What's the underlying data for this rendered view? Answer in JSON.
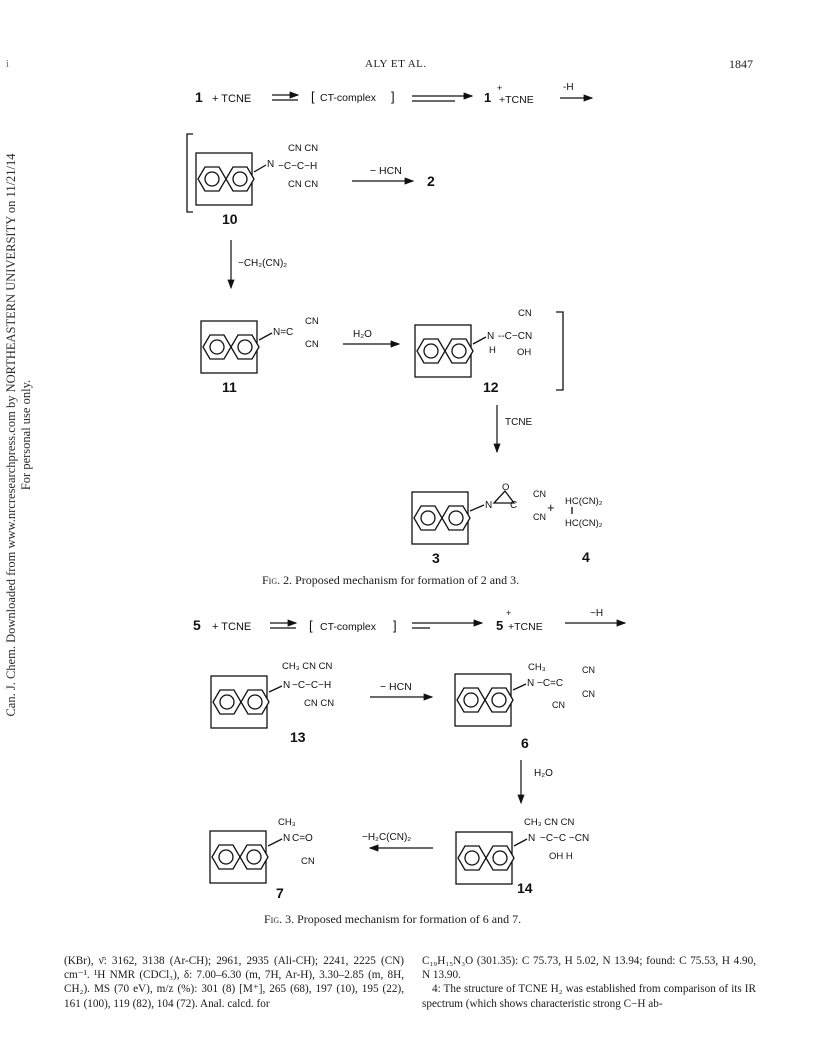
{
  "page": {
    "running_head": "ALY ET AL.",
    "page_number": "1847",
    "margin_mark": "i"
  },
  "watermark": {
    "line1": "Can. J. Chem. Downloaded from www.nrcresearchpress.com by NORTHEASTERN UNIVERSITY on 11/21/14",
    "line2": "For personal use only."
  },
  "fig2": {
    "caption_label": "Fig. 2.",
    "caption_text": "Proposed mechanism for formation of 2 and 3.",
    "eq_start": "1",
    "eq_tcne": "+ TCNE",
    "eq_ct": "CT-complex",
    "eq_radical": "1",
    "eq_radical_tcne": "+TCNE",
    "eq_minus_h": "-H",
    "step_hcn": "− HCN",
    "product_2": "2",
    "comp_10": "10",
    "reagent_malono": "−CH₂(CN)₂",
    "comp_11": "11",
    "reagent_h2o": "H₂O",
    "comp_12": "12",
    "reagent_tcne": "TCNE",
    "comp_3": "3",
    "comp_4": "4",
    "frag_cn": "CN",
    "frag_n": "N",
    "frag_c": "C",
    "frag_h": "H",
    "frag_o": "O",
    "frag_oh": "OH",
    "frag_hccn2": "HC(CN)₂"
  },
  "fig3": {
    "caption_label": "Fig. 3.",
    "caption_text": "Proposed mechanism for formation of 6 and 7.",
    "eq_start": "5",
    "eq_tcne": "+ TCNE",
    "eq_ct": "CT-complex",
    "eq_radical": "5",
    "eq_radical_tcne": "+TCNE",
    "eq_minus_h": "~H",
    "step_hcn": "− HCN",
    "comp_13": "13",
    "comp_6": "6",
    "reagent_h2o": "H₂O",
    "comp_14": "14",
    "reagent_malono": "−H₂C(CN)₂",
    "comp_7": "7",
    "frag_ch3": "CH₃",
    "frag_cn": "CN",
    "frag_n": "N",
    "frag_c": "C",
    "frag_h": "H",
    "frag_oh_h": "OH H",
    "frag_cdo": "C=O"
  },
  "body": {
    "left_col": "(KBr), ν̄: 3162, 3138 (Ar-CH); 2961, 2935 (Ali-CH); 2241, 2225 (CN) cm⁻¹. ¹H NMR (CDCl₃), δ: 7.00–6.30 (m, 7H, Ar-H), 3.30–2.85 (m, 8H, CH₂). MS (70 eV), m/z (%): 301 (8) [M⁺], 265 (68), 197 (10), 195 (22), 161 (100), 119 (82), 104 (72). Anal. calcd. for",
    "right_col_1": "C₁₉H₁₅N₃O (301.35): C 75.73, H 5.02, N 13.94; found: C 75.53, H 4.90, N 13.90.",
    "right_col_2": "4: The structure of TCNE H₂ was established from comparison of its IR spectrum (which shows characteristic strong C−H ab-"
  }
}
